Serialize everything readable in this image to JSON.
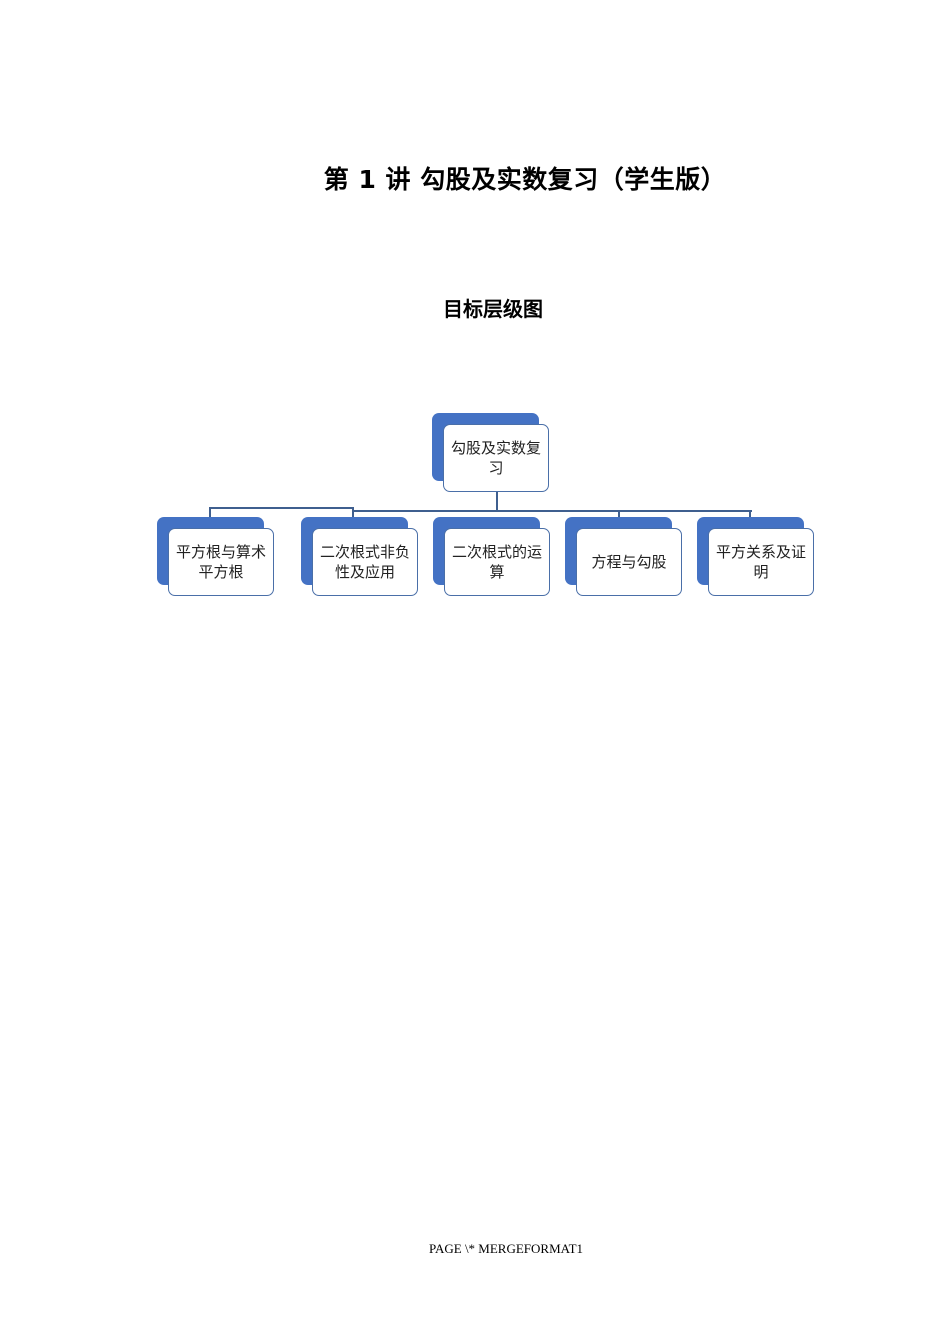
{
  "document": {
    "title": "第 1 讲  勾股及实数复习（学生版）",
    "section_heading": "目标层级图"
  },
  "diagram": {
    "type": "hierarchy",
    "colors": {
      "shadow_box": "#4472c4",
      "border": "#4a6fa8",
      "connector": "#3f5f8f"
    },
    "root": {
      "label": "勾股及实数复习"
    },
    "children": [
      {
        "label": "平方根与算术平方根"
      },
      {
        "label": "二次根式非负性及应用"
      },
      {
        "label": "二次根式的运算"
      },
      {
        "label": "方程与勾股"
      },
      {
        "label": "平方关系及证明"
      }
    ]
  },
  "footer": {
    "page_field": "PAGE   \\* MERGEFORMAT1"
  }
}
